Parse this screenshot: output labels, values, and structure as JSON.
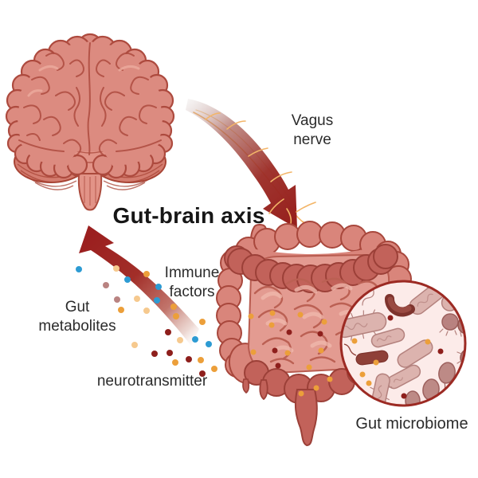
{
  "title": "Gut-brain axis",
  "labels": {
    "vagus_nerve": "Vagus nerve",
    "gut_metabolites": "Gut metabolites",
    "immune_factors": "Immune factors",
    "neurotransmitter": "neurotransmitter",
    "gut_microbiome": "Gut microbiome"
  },
  "diagram": {
    "type": "biomedical-illustration",
    "subject": "gut-brain axis signaling",
    "elements": [
      "brain (anterior view)",
      "vagus nerve arrow from brain to gut",
      "intestines with large and small bowel",
      "gut microbiome magnified inset with bacteria",
      "ascending arrow from gut to brain carrying gut metabolites, immune factors and neurotransmitters"
    ]
  },
  "colors": {
    "background": "#ffffff",
    "arrow_dark_red": "#9b221f",
    "brain_fill": "#dc8b80",
    "brain_outline": "#ad4a3e",
    "intestine_light": "#d9857b",
    "intestine_dark": "#c2625a",
    "small_intestine": "#e39b91",
    "nerve_yellow": "#f3b568",
    "dot_blue": "#2d9bd3",
    "dot_orange": "#ec9f3a",
    "dot_peach": "#f6c98e",
    "dot_dark_red": "#8e1f1c",
    "microbiome_bg": "#fcebe9",
    "microbiome_border": "#9c2a23",
    "bacteria_light": "#dcb3ae",
    "bacteria_dark": "#8f4038",
    "text": "#2b2b2b"
  }
}
